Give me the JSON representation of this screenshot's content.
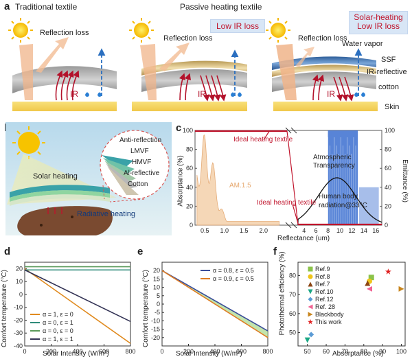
{
  "panel_a": {
    "letter": "a",
    "title_left": "Traditional textile",
    "title_center": "Passive heating textile",
    "highlight_mid": "Low IR loss",
    "highlight_right_1": "Solar-heating",
    "highlight_right_2": "Low IR loss",
    "reflection_loss": "Reflection loss",
    "ir": "IR",
    "water_vapor": "Water vapor",
    "layer_ssf": "SSF",
    "layer_irr": "IR-reflective",
    "layer_cotton": "cotton",
    "layer_skin": "Skin"
  },
  "panel_b": {
    "letter": "b",
    "solar_heating": "Solar heating",
    "radiative_heating": "Radiative heating",
    "layers": [
      "Anti-reflection",
      "LMVF",
      "HMVF",
      "Al-reflective",
      "Cotton"
    ]
  },
  "panel_c": {
    "letter": "c",
    "ylabel_left": "Absorptance (%)",
    "ylabel_right": "Emittance (%)",
    "xlabel": "Reflectance (um)",
    "ideal_top": "Ideal heating textile",
    "ideal_bottom": "Ideal heating textile",
    "am15": "AM.1.5",
    "atmo_1": "Atmospheric",
    "atmo_2": "Transparency",
    "body_1": "Human body",
    "body_2": "radiation@33°C"
  },
  "panel_d": {
    "letter": "d",
    "xlabel": "Solar Intensity (W/m²)",
    "ylabel": "Comfort temperature (°C)",
    "legend": [
      "α = 1, ε = 0",
      "α = 0, ε = 1",
      "α = 0, ε = 0",
      "α = 1, ε = 1"
    ]
  },
  "panel_e": {
    "letter": "e",
    "xlabel": "Solar Intensity (W/m²)",
    "ylabel": "Comfort temperature (°C)",
    "legend": [
      "α = 0.8, ε = 0.5",
      "α = 0.9, ε = 0.5"
    ]
  },
  "panel_f": {
    "letter": "f",
    "xlabel": "Absorptance (%)",
    "ylabel": "Photothermal efficiency (%)"
  },
  "chart_data": [
    {
      "type": "line",
      "panel": "d",
      "xlabel": "Solar Intensity (W/m²)",
      "ylabel": "Comfort temperature (°C)",
      "xlim": [
        0,
        800
      ],
      "ylim": [
        -40,
        25
      ],
      "xticks": [
        0,
        200,
        400,
        600,
        800
      ],
      "yticks": [
        -40,
        -30,
        -20,
        -10,
        0,
        10,
        20
      ],
      "series": [
        {
          "name": "α = 1, ε = 0",
          "color": "#e08a1e",
          "x": [
            0,
            800
          ],
          "y": [
            20,
            -38
          ]
        },
        {
          "name": "α = 0, ε = 1",
          "color": "#2e8b7a",
          "x": [
            0,
            800
          ],
          "y": [
            19,
            19
          ]
        },
        {
          "name": "α = 0, ε = 0",
          "color": "#5a9a5a",
          "x": [
            0,
            800
          ],
          "y": [
            21.5,
            21.5
          ]
        },
        {
          "name": "α = 1, ε = 1",
          "color": "#333355",
          "x": [
            0,
            800
          ],
          "y": [
            19,
            -21
          ]
        }
      ]
    },
    {
      "type": "line",
      "panel": "e",
      "xlabel": "Solar Intensity (W/m²)",
      "ylabel": "Comfort temperature (°C)",
      "xlim": [
        0,
        800
      ],
      "ylim": [
        -25,
        25
      ],
      "xticks": [
        0,
        200,
        400,
        600,
        800
      ],
      "yticks": [
        -20,
        -15,
        -10,
        -5,
        0,
        5,
        10,
        15,
        20
      ],
      "series": [
        {
          "name": "α = 0.8, ε = 0.5",
          "color": "#3b4e9a",
          "x": [
            0,
            800
          ],
          "y": [
            20,
            -16
          ]
        },
        {
          "name": "α = 0.9, ε = 0.5",
          "color": "#e07c22",
          "x": [
            0,
            800
          ],
          "y": [
            20,
            -20
          ]
        }
      ]
    },
    {
      "type": "scatter",
      "panel": "f",
      "xlabel": "Absorptance (%)",
      "ylabel": "Photothermal efficiency (%)",
      "xlim": [
        45,
        102
      ],
      "ylim": [
        43,
        87
      ],
      "xticks": [
        50,
        60,
        70,
        80,
        90,
        100
      ],
      "yticks": [
        50,
        60,
        70,
        80
      ],
      "series": [
        {
          "name": "Ref.9",
          "color": "#8bc34a",
          "marker": "square",
          "points": [
            [
              84,
              79
            ]
          ]
        },
        {
          "name": "Ref.8",
          "color": "#f0c419",
          "marker": "circle",
          "points": [
            [
              83,
              77
            ]
          ]
        },
        {
          "name": "Ref.7",
          "color": "#8b4513",
          "marker": "triangle-up",
          "points": [
            [
              82,
              76
            ]
          ]
        },
        {
          "name": "Ref.10",
          "color": "#1aa784",
          "marker": "triangle-down",
          "points": [
            [
              50,
              46
            ]
          ]
        },
        {
          "name": "Ref.12",
          "color": "#5b9bd5",
          "marker": "diamond",
          "points": [
            [
              52,
              49
            ]
          ]
        },
        {
          "name": "Ref. 28",
          "color": "#f06292",
          "marker": "triangle-left",
          "points": [
            [
              83,
              73
            ]
          ]
        },
        {
          "name": "Blackbody",
          "color": "#c8861e",
          "marker": "triangle-right",
          "points": [
            [
              100,
              73
            ]
          ]
        },
        {
          "name": "This work",
          "color": "#e02020",
          "marker": "star",
          "points": [
            [
              93,
              82
            ]
          ]
        }
      ]
    }
  ]
}
